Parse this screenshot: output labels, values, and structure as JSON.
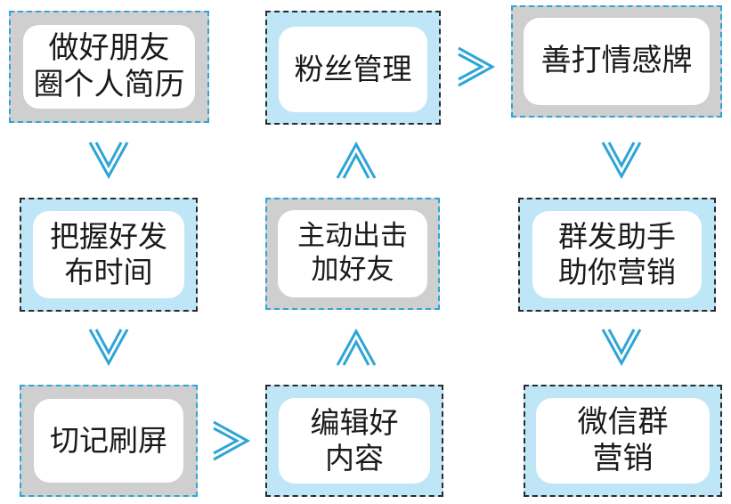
{
  "nodes": {
    "resume": {
      "lines": [
        "做好朋友",
        "圈个人简历"
      ]
    },
    "timing": {
      "lines": [
        "把握好发",
        "布时间"
      ]
    },
    "no_spam": {
      "lines": [
        "切记刷屏"
      ]
    },
    "content": {
      "lines": [
        "编辑好",
        "内容"
      ]
    },
    "add_friends": {
      "lines": [
        "主动出击",
        "加好友"
      ]
    },
    "fans": {
      "lines": [
        "粉丝管理"
      ]
    },
    "emotion": {
      "lines": [
        "善打情感牌"
      ]
    },
    "group_helper": {
      "lines": [
        "群发助手",
        "助你营销"
      ]
    },
    "wechat_group": {
      "lines": [
        "微信群",
        "营销"
      ]
    }
  },
  "colors": {
    "gray_fill": "#cfcfcf",
    "blue_fill": "#bfe6f7",
    "arrow": "#2ea5d6",
    "dash_dark": "#2a2a2a"
  },
  "arrow_icon": "chevron-double"
}
